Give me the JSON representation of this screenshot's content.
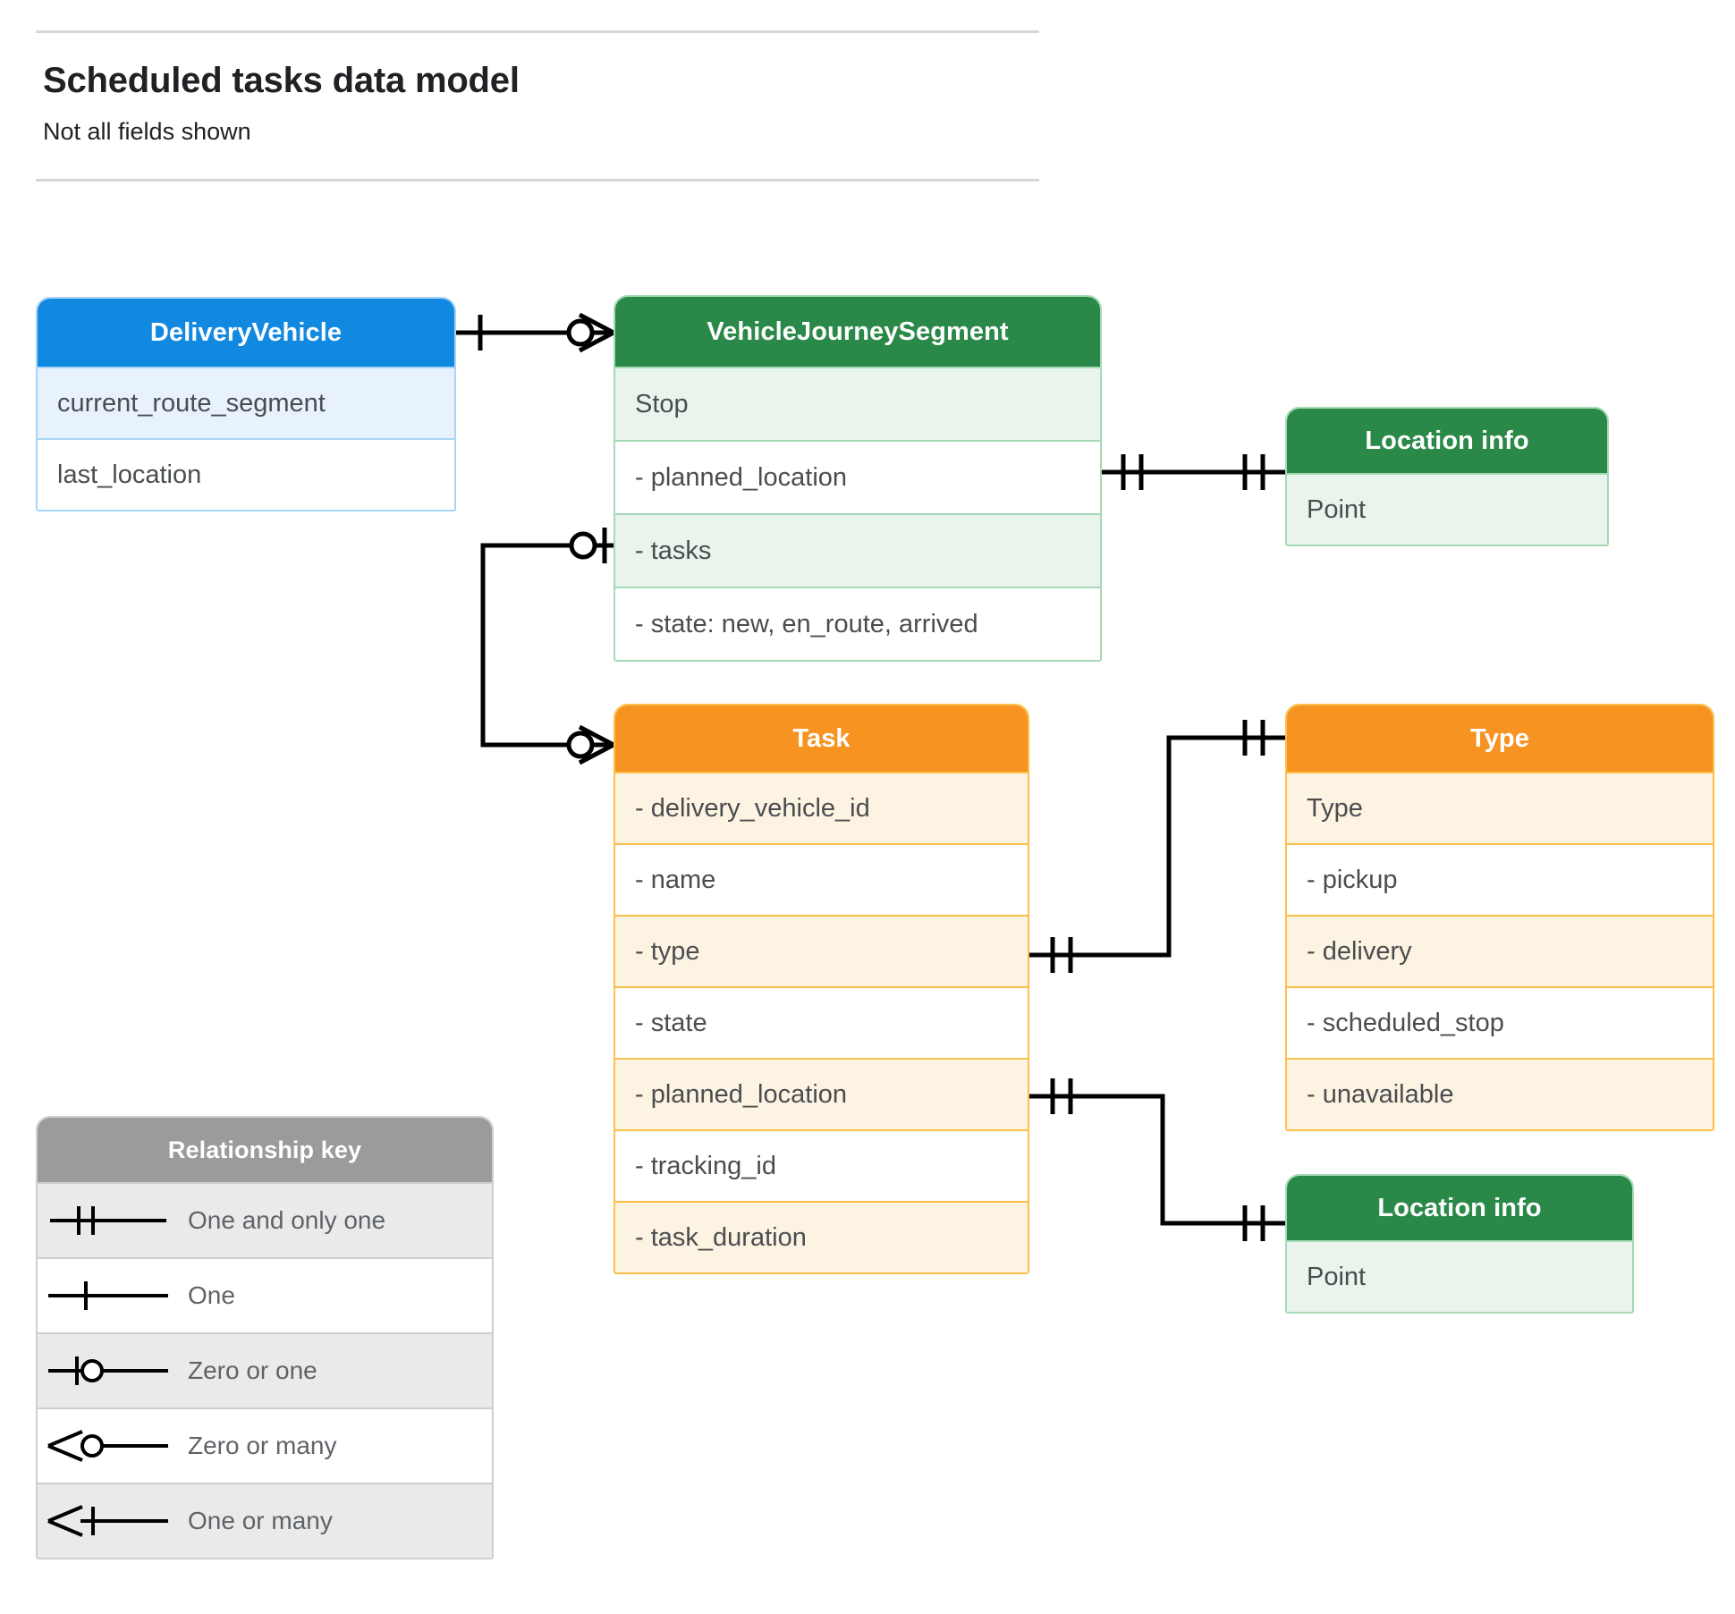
{
  "header": {
    "title": "Scheduled tasks data model",
    "subtitle": "Not all fields shown"
  },
  "entities": {
    "delivery_vehicle": {
      "title": "DeliveryVehicle",
      "color": "#1289e0",
      "rows": [
        "current_route_segment",
        "last_location"
      ]
    },
    "vehicle_journey_segment": {
      "title": "VehicleJourneySegment",
      "color": "#2a8948",
      "rows": [
        "Stop",
        "-  planned_location",
        "- tasks",
        "- state: new, en_route, arrived"
      ]
    },
    "location_info_top": {
      "title": "Location info",
      "color": "#2a8948",
      "rows": [
        "Point"
      ]
    },
    "location_info_bottom": {
      "title": "Location info",
      "color": "#2a8948",
      "rows": [
        "Point"
      ]
    },
    "task": {
      "title": "Task",
      "color": "#f79321",
      "rows": [
        "- delivery_vehicle_id",
        "- name",
        "- type",
        "- state",
        "- planned_location",
        "- tracking_id",
        "- task_duration"
      ]
    },
    "type": {
      "title": "Type",
      "color": "#f79321",
      "rows": [
        "Type",
        "-   pickup",
        "-   delivery",
        "-   scheduled_stop",
        "-   unavailable"
      ]
    }
  },
  "legend": {
    "title": "Relationship key",
    "items": [
      {
        "symbol": "one-and-only-one",
        "label": "One and only one"
      },
      {
        "symbol": "one",
        "label": "One"
      },
      {
        "symbol": "zero-or-one",
        "label": "Zero or one"
      },
      {
        "symbol": "zero-or-many",
        "label": "Zero or many"
      },
      {
        "symbol": "one-or-many",
        "label": "One or many"
      }
    ]
  },
  "relationships": [
    {
      "from": "DeliveryVehicle",
      "from_cardinality": "one",
      "to": "VehicleJourneySegment",
      "to_cardinality": "zero-or-many"
    },
    {
      "from": "VehicleJourneySegment.planned_location",
      "from_cardinality": "one-and-only-one",
      "to": "Location info",
      "to_cardinality": "one-and-only-one"
    },
    {
      "from": "VehicleJourneySegment.tasks",
      "from_cardinality": "zero-or-one",
      "to": "Task",
      "to_cardinality": "zero-or-many"
    },
    {
      "from": "Task.type",
      "from_cardinality": "one-and-only-one",
      "to": "Type",
      "to_cardinality": "one-and-only-one"
    },
    {
      "from": "Task.planned_location",
      "from_cardinality": "one-and-only-one",
      "to": "Location info",
      "to_cardinality": "one-and-only-one"
    }
  ]
}
